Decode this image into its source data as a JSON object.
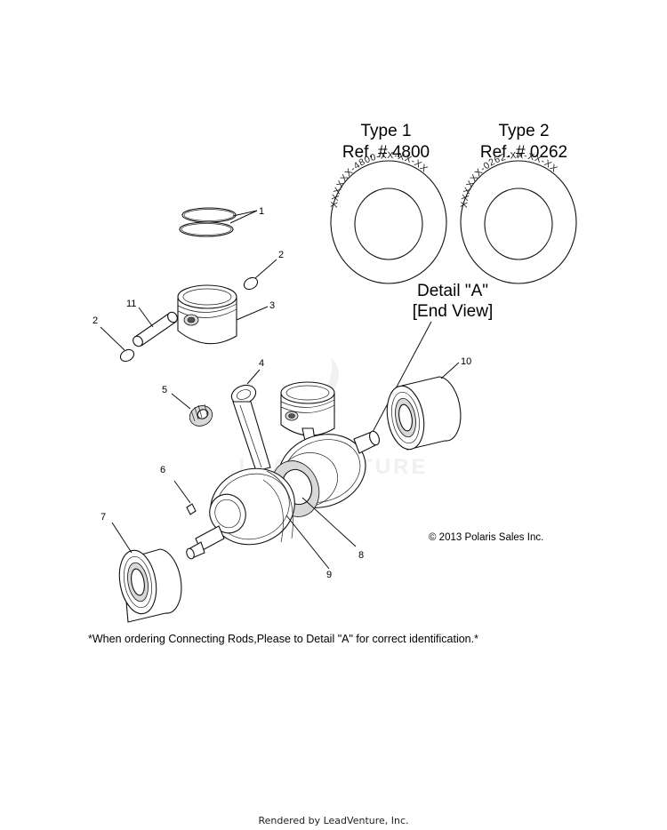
{
  "detail": {
    "type1": {
      "title": "Type 1",
      "ref": "Ref. # 4800",
      "engraving": "XXXXXX-4800-XX-XX-XX"
    },
    "type2": {
      "title": "Type 2",
      "ref": "Ref. # 0262",
      "engraving": "XXXXXX-0262-XX-XX-XX"
    },
    "heading_line1": "Detail \"A\"",
    "heading_line2": "[End View]"
  },
  "callouts": {
    "c1": "1",
    "c2a": "2",
    "c2b": "2",
    "c3": "3",
    "c4": "4",
    "c5": "5",
    "c6": "6",
    "c7": "7",
    "c8": "8",
    "c9": "9",
    "c10": "10",
    "c11": "11"
  },
  "copyright": "© 2013 Polaris Sales Inc.",
  "note": "*When ordering Connecting Rods,Please to Detail \"A\" for correct identification.*",
  "footer": "Rendered by LeadVenture, Inc."
}
